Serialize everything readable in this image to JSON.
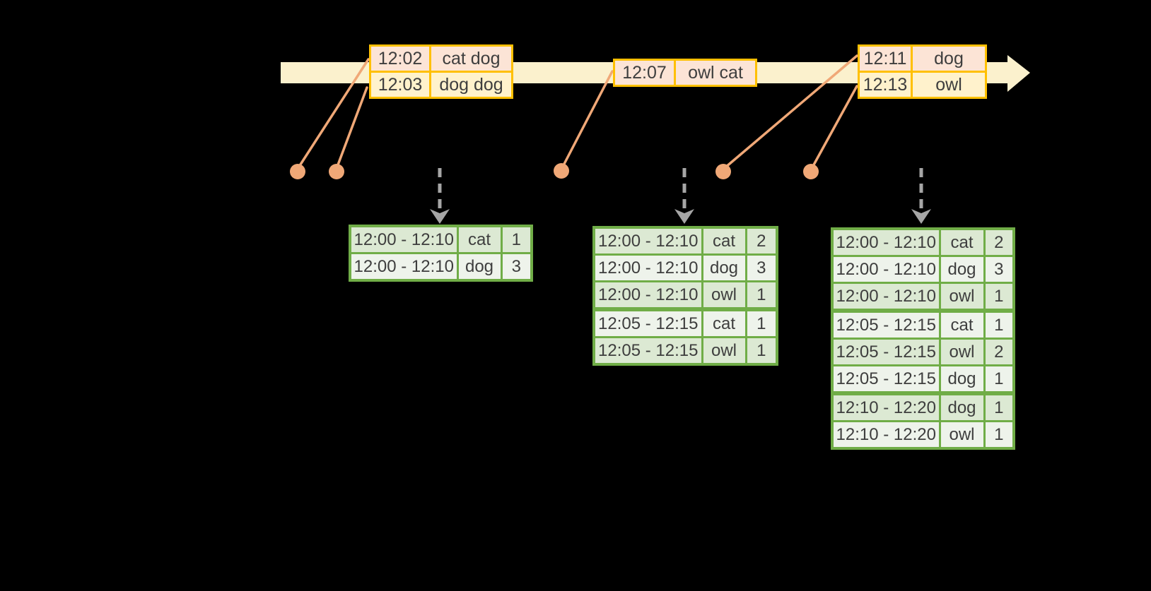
{
  "palette": {
    "background": "#000000",
    "timeline_band": "#FBF1CD",
    "gold_border": "#FFC000",
    "peach_fill": "#FCE4D6",
    "cream_fill": "#FFF2CC",
    "salmon": "#F0A877",
    "green_border": "#70AD47",
    "green_row_dark": "#DCE9D3",
    "green_row_light": "#EEF3EB",
    "arrow_gray": "#A6A6A6",
    "text": "#3E3E3E"
  },
  "event_tables": [
    {
      "rows": [
        {
          "time": "12:02",
          "words": "cat dog"
        },
        {
          "time": "12:03",
          "words": "dog dog"
        }
      ]
    },
    {
      "rows": [
        {
          "time": "12:07",
          "words": "owl cat"
        }
      ]
    },
    {
      "rows": [
        {
          "time": "12:11",
          "words": "dog"
        },
        {
          "time": "12:13",
          "words": "owl"
        }
      ]
    }
  ],
  "result_tables": [
    {
      "rows": [
        {
          "window": "12:00 - 12:10",
          "word": "cat",
          "count": "1"
        },
        {
          "window": "12:00 - 12:10",
          "word": "dog",
          "count": "3"
        }
      ]
    },
    {
      "rows": [
        {
          "window": "12:00 - 12:10",
          "word": "cat",
          "count": "2"
        },
        {
          "window": "12:00 - 12:10",
          "word": "dog",
          "count": "3"
        },
        {
          "window": "12:00 - 12:10",
          "word": "owl",
          "count": "1"
        },
        {
          "window": "12:05 - 12:15",
          "word": "cat",
          "count": "1"
        },
        {
          "window": "12:05 - 12:15",
          "word": "owl",
          "count": "1"
        }
      ]
    },
    {
      "rows": [
        {
          "window": "12:00 - 12:10",
          "word": "cat",
          "count": "2"
        },
        {
          "window": "12:00 - 12:10",
          "word": "dog",
          "count": "3"
        },
        {
          "window": "12:00 - 12:10",
          "word": "owl",
          "count": "1"
        },
        {
          "window": "12:05 - 12:15",
          "word": "cat",
          "count": "1"
        },
        {
          "window": "12:05 - 12:15",
          "word": "owl",
          "count": "2"
        },
        {
          "window": "12:05 - 12:15",
          "word": "dog",
          "count": "1"
        },
        {
          "window": "12:10 - 12:20",
          "word": "dog",
          "count": "1"
        },
        {
          "window": "12:10 - 12:20",
          "word": "owl",
          "count": "1"
        }
      ]
    }
  ]
}
